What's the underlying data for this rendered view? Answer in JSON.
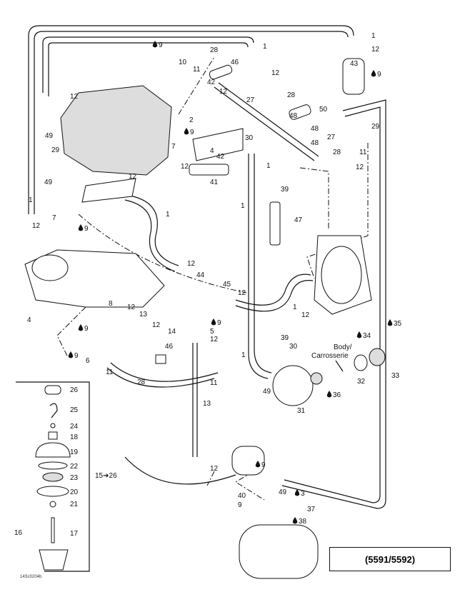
{
  "diagram": {
    "model_box": "(5591/5592)",
    "drawing_code": "14Sc0204b",
    "body_label_line1": "Body/",
    "body_label_line2": "Carrosserie",
    "callouts": [
      {
        "text": "1"
      },
      {
        "text": "12"
      },
      {
        "text": "43"
      },
      {
        "text": "9",
        "drop": true
      },
      {
        "text": "9",
        "drop": true
      },
      {
        "text": "10"
      },
      {
        "text": "11"
      },
      {
        "text": "28"
      },
      {
        "text": "46"
      },
      {
        "text": "1"
      },
      {
        "text": "12"
      },
      {
        "text": "42"
      },
      {
        "text": "27"
      },
      {
        "text": "28"
      },
      {
        "text": "48"
      },
      {
        "text": "50"
      },
      {
        "text": "48"
      },
      {
        "text": "27"
      },
      {
        "text": "48"
      },
      {
        "text": "28"
      },
      {
        "text": "11"
      },
      {
        "text": "29"
      },
      {
        "text": "12"
      },
      {
        "text": "2"
      },
      {
        "text": "12"
      },
      {
        "text": "9",
        "drop": true
      },
      {
        "text": "7"
      },
      {
        "text": "49"
      },
      {
        "text": "29"
      },
      {
        "text": "49"
      },
      {
        "text": "30"
      },
      {
        "text": "42"
      },
      {
        "text": "4"
      },
      {
        "text": "12"
      },
      {
        "text": "41"
      },
      {
        "text": "1"
      },
      {
        "text": "12"
      },
      {
        "text": "39"
      },
      {
        "text": "1"
      },
      {
        "text": "47"
      },
      {
        "text": "12"
      },
      {
        "text": "1"
      },
      {
        "text": "1"
      },
      {
        "text": "12"
      },
      {
        "text": "7"
      },
      {
        "text": "9",
        "drop": true
      },
      {
        "text": "12"
      },
      {
        "text": "44"
      },
      {
        "text": "45"
      },
      {
        "text": "12"
      },
      {
        "text": "1"
      },
      {
        "text": "12"
      },
      {
        "text": "8"
      },
      {
        "text": "12"
      },
      {
        "text": "13"
      },
      {
        "text": "9",
        "drop": true
      },
      {
        "text": "12"
      },
      {
        "text": "14"
      },
      {
        "text": "46"
      },
      {
        "text": "9",
        "drop": true
      },
      {
        "text": "5"
      },
      {
        "text": "12"
      },
      {
        "text": "4"
      },
      {
        "text": "9",
        "drop": true
      },
      {
        "text": "6"
      },
      {
        "text": "11"
      },
      {
        "text": "28"
      },
      {
        "text": "1"
      },
      {
        "text": "39"
      },
      {
        "text": "30"
      },
      {
        "text": "11"
      },
      {
        "text": "49"
      },
      {
        "text": "31"
      },
      {
        "text": "36",
        "drop": true
      },
      {
        "text": "32"
      },
      {
        "text": "33"
      },
      {
        "text": "34",
        "drop": true
      },
      {
        "text": "35",
        "drop": true
      },
      {
        "text": "13"
      },
      {
        "text": "12"
      },
      {
        "text": "9",
        "drop": true
      },
      {
        "text": "49"
      },
      {
        "text": "3",
        "drop": true
      },
      {
        "text": "40"
      },
      {
        "text": "9"
      },
      {
        "text": "37"
      },
      {
        "text": "38",
        "drop": true
      },
      {
        "text": "26"
      },
      {
        "text": "25"
      },
      {
        "text": "24"
      },
      {
        "text": "18"
      },
      {
        "text": "19"
      },
      {
        "text": "22"
      },
      {
        "text": "23"
      },
      {
        "text": "20"
      },
      {
        "text": "21"
      },
      {
        "text": "16"
      },
      {
        "text": "17"
      },
      {
        "text": "15➔26"
      }
    ]
  }
}
